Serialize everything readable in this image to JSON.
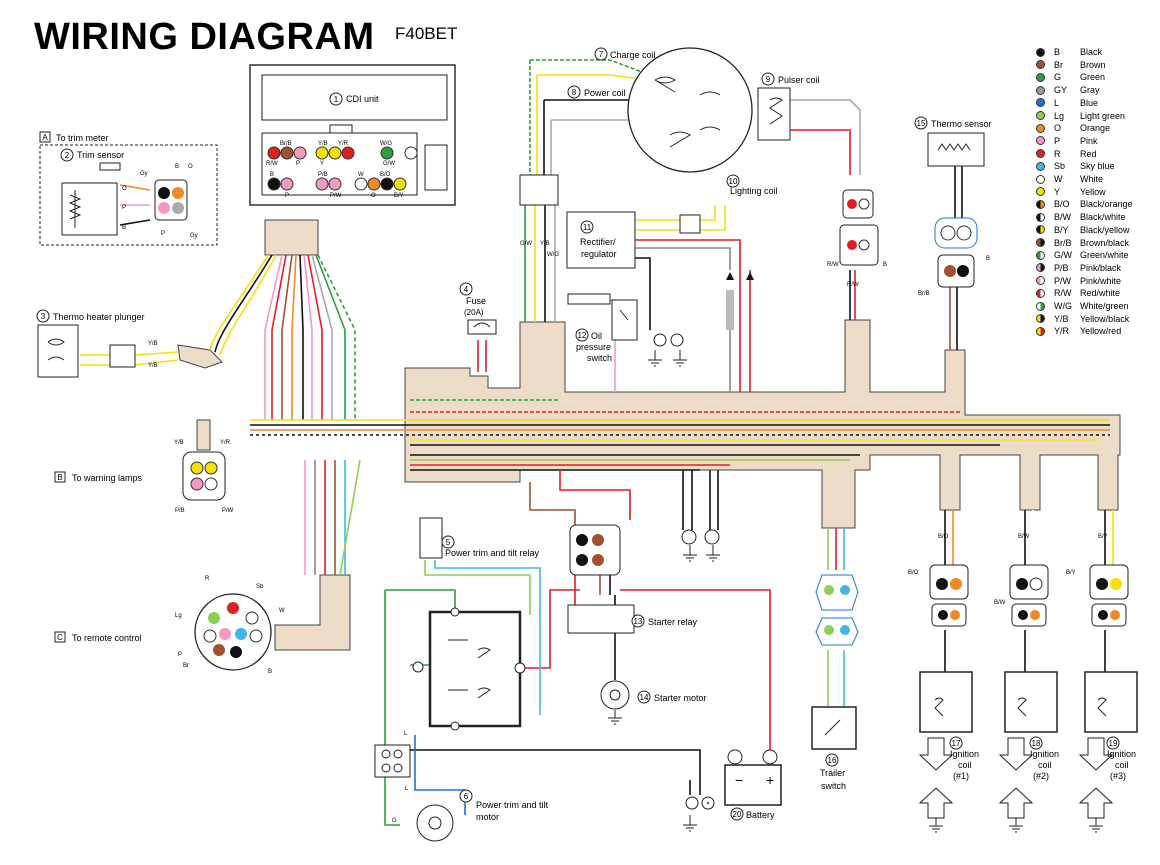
{
  "header": {
    "title": "WIRING DIAGRAM",
    "model": "F40BET"
  },
  "labels": {
    "cdi": "CDI unit",
    "cdi_num": "1",
    "trim_sensor": "Trim sensor",
    "trim_sensor_num": "2",
    "to_trim_meter": "To trim meter",
    "A": "A",
    "thermo_plunger": "Thermo heater plunger",
    "thermo_plunger_num": "3",
    "fuse": "Fuse",
    "fuse_rating": "(20A)",
    "fuse_num": "4",
    "pt_relay": "Power trim and tilt relay",
    "pt_relay_num": "5",
    "pt_motor_1": "Power trim and tilt",
    "pt_motor_2": "motor",
    "pt_motor_num": "6",
    "charge_coil": "Charge coil",
    "charge_coil_num": "7",
    "power_coil": "Power coil",
    "power_coil_num": "8",
    "pulser_coil": "Pulser coil",
    "pulser_coil_num": "9",
    "lighting_coil": "Lighting coil",
    "lighting_coil_num": "10",
    "rectifier_1": "Rectifier/",
    "rectifier_2": "regulator",
    "rectifier_num": "11",
    "oil_1": "Oil",
    "oil_2": "pressure",
    "oil_3": "switch",
    "oil_num": "12",
    "starter_relay": "Starter relay",
    "starter_relay_num": "13",
    "starter_motor": "Starter motor",
    "starter_motor_num": "14",
    "thermo_sensor": "Thermo sensor",
    "thermo_sensor_num": "15",
    "trailer_1": "Trailer",
    "trailer_2": "switch",
    "trailer_num": "16",
    "ign1_1": "Ignition",
    "ign1_2": "coil",
    "ign1_3": "(#1)",
    "ign1_num": "17",
    "ign2_1": "Ignition",
    "ign2_2": "coil",
    "ign2_3": "(#2)",
    "ign2_num": "18",
    "ign3_1": "Ignition",
    "ign3_2": "coil",
    "ign3_3": "(#3)",
    "ign3_num": "19",
    "battery": "Battery",
    "battery_num": "20",
    "to_warning": "To warning lamps",
    "B": "B",
    "to_remote": "To remote control",
    "C": "C"
  },
  "legend": [
    {
      "abbr": "B",
      "name": "Black",
      "c1": "#111111",
      "c2": "#111111"
    },
    {
      "abbr": "Br",
      "name": "Brown",
      "c1": "#a0522d",
      "c2": "#a0522d"
    },
    {
      "abbr": "G",
      "name": "Green",
      "c1": "#2e9e3e",
      "c2": "#2e9e3e"
    },
    {
      "abbr": "GY",
      "name": "Gray",
      "c1": "#9a9a9a",
      "c2": "#9a9a9a"
    },
    {
      "abbr": "L",
      "name": "Blue",
      "c1": "#1e73d8",
      "c2": "#1e73d8"
    },
    {
      "abbr": "Lg",
      "name": "Light green",
      "c1": "#8ccf55",
      "c2": "#8ccf55"
    },
    {
      "abbr": "O",
      "name": "Orange",
      "c1": "#f08a24",
      "c2": "#f08a24"
    },
    {
      "abbr": "P",
      "name": "Pink",
      "c1": "#f29ac2",
      "c2": "#f29ac2"
    },
    {
      "abbr": "R",
      "name": "Red",
      "c1": "#e02020",
      "c2": "#e02020"
    },
    {
      "abbr": "Sb",
      "name": "Sky blue",
      "c1": "#45b5e8",
      "c2": "#45b5e8"
    },
    {
      "abbr": "W",
      "name": "White",
      "c1": "#ffffff",
      "c2": "#ffffff"
    },
    {
      "abbr": "Y",
      "name": "Yellow",
      "c1": "#f5e10a",
      "c2": "#f5e10a"
    },
    {
      "abbr": "B/O",
      "name": "Black/orange",
      "c1": "#111111",
      "c2": "#f08a24"
    },
    {
      "abbr": "B/W",
      "name": "Black/white",
      "c1": "#111111",
      "c2": "#ffffff"
    },
    {
      "abbr": "B/Y",
      "name": "Black/yellow",
      "c1": "#111111",
      "c2": "#f5e10a"
    },
    {
      "abbr": "Br/B",
      "name": "Brown/black",
      "c1": "#a0522d",
      "c2": "#111111"
    },
    {
      "abbr": "G/W",
      "name": "Green/white",
      "c1": "#2e9e3e",
      "c2": "#ffffff"
    },
    {
      "abbr": "P/B",
      "name": "Pink/black",
      "c1": "#f29ac2",
      "c2": "#111111"
    },
    {
      "abbr": "P/W",
      "name": "Pink/white",
      "c1": "#f29ac2",
      "c2": "#ffffff"
    },
    {
      "abbr": "R/W",
      "name": "Red/white",
      "c1": "#e02020",
      "c2": "#ffffff"
    },
    {
      "abbr": "W/G",
      "name": "White/green",
      "c1": "#ffffff",
      "c2": "#2e9e3e"
    },
    {
      "abbr": "Y/B",
      "name": "Yellow/black",
      "c1": "#f5e10a",
      "c2": "#111111"
    },
    {
      "abbr": "Y/R",
      "name": "Yellow/red",
      "c1": "#f5e10a",
      "c2": "#e02020"
    }
  ],
  "wire_tags": {
    "b": "B",
    "br": "Br",
    "g": "G",
    "gy": "Gy",
    "l": "L",
    "lg": "Lg",
    "o": "O",
    "p": "P",
    "r": "R",
    "sb": "Sb",
    "w": "W",
    "y": "Y",
    "bo": "B/O",
    "bw": "B/W",
    "by": "B/Y",
    "brb": "Br/B",
    "gw": "G/W",
    "pb": "P/B",
    "pw": "P/W",
    "rw": "R/W",
    "wg": "W/G",
    "yb": "Y/B",
    "yr": "Y/R"
  },
  "colors": {
    "harness": "#ecdcc8",
    "harness_edge": "#444444",
    "B": "#111111",
    "Br": "#a0522d",
    "G": "#2e9e3e",
    "Gy": "#9a9a9a",
    "L": "#1e73d8",
    "Lg": "#8ccf55",
    "O": "#f08a24",
    "P": "#f29ac2",
    "R": "#e02020",
    "Sb": "#45b5e8",
    "W": "#ffffff",
    "Y": "#f5e10a"
  }
}
